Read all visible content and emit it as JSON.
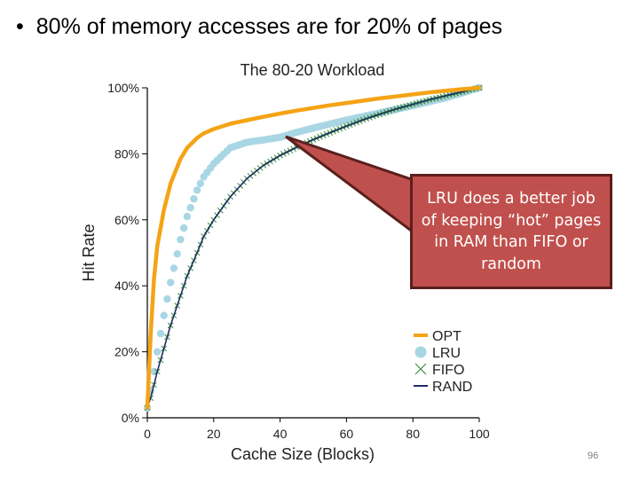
{
  "slide": {
    "bullet_symbol": "•",
    "bullet_text": "80% of memory accesses are for 20% of pages",
    "callout_text": "LRU does a better job of keeping “hot” pages in RAM than FIFO or random",
    "page_number": "96"
  },
  "colors": {
    "opt": "#f5a316",
    "lru": "#a9d6e4",
    "fifo": "#3d8c3d",
    "rand": "#1e2e63",
    "callout_fill": "#c0504d",
    "callout_border": "#5a1f1d"
  },
  "chart_data": {
    "type": "line",
    "title": "The 80-20 Workload",
    "xlabel": "Cache Size (Blocks)",
    "ylabel": "Hit Rate",
    "xlim": [
      0,
      100
    ],
    "ylim": [
      0,
      100
    ],
    "x_ticks": [
      0,
      20,
      40,
      60,
      80,
      100
    ],
    "y_ticks": [
      0,
      20,
      40,
      60,
      80,
      100
    ],
    "y_tick_labels": [
      "0%",
      "20%",
      "40%",
      "60%",
      "80%",
      "100%"
    ],
    "legend_position": "bottom-right",
    "x": [
      0,
      1,
      2,
      3,
      5,
      7,
      10,
      12,
      15,
      17,
      20,
      25,
      30,
      35,
      40,
      45,
      50,
      55,
      60,
      65,
      70,
      75,
      80,
      85,
      90,
      95,
      100
    ],
    "series": [
      {
        "name": "OPT",
        "marker": "line",
        "values": [
          3,
          25,
          42,
          52,
          63,
          71,
          78.5,
          81.8,
          84.8,
          86.2,
          87.5,
          89.1,
          90.2,
          91.2,
          92.2,
          93.1,
          93.9,
          94.7,
          95.4,
          96.1,
          96.8,
          97.4,
          98,
          98.6,
          99.1,
          99.6,
          100
        ]
      },
      {
        "name": "LRU",
        "marker": "circle",
        "values": [
          3,
          8,
          14,
          20,
          31,
          41,
          54,
          61,
          69,
          73,
          77,
          81.8,
          83.5,
          84.2,
          85,
          86.5,
          87.8,
          89,
          90.2,
          91.3,
          92.4,
          93.5,
          94.6,
          95.8,
          97,
          98.5,
          100
        ]
      },
      {
        "name": "FIFO",
        "marker": "x",
        "values": [
          3,
          6,
          10,
          14,
          21,
          28,
          37,
          43,
          50,
          55,
          60,
          67,
          72.5,
          76.5,
          79.5,
          82,
          84.3,
          86.4,
          88.4,
          90.3,
          92,
          93.6,
          95,
          96.4,
          97.6,
          98.8,
          100
        ]
      },
      {
        "name": "RAND",
        "marker": "line",
        "values": [
          3,
          6,
          10,
          14,
          21,
          28,
          37,
          43,
          50,
          55,
          60,
          67,
          72.5,
          76.5,
          79.5,
          82,
          84.3,
          86.4,
          88.4,
          90.3,
          92,
          93.6,
          95,
          96.4,
          97.6,
          98.8,
          100
        ]
      }
    ]
  }
}
